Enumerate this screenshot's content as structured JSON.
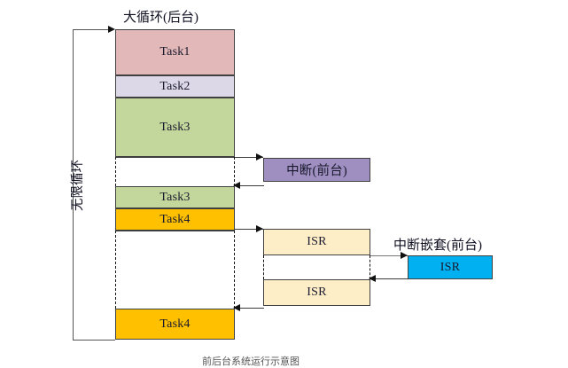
{
  "diagram": {
    "title_main": "大循环(后台)",
    "title_nested": "中断嵌套(前台)",
    "loop_label": "无限循环",
    "caption": "前后台系统运行示意图"
  },
  "colors": {
    "task1": "#e3b8b8",
    "task2": "#dcd8e8",
    "task3": "#c3d69b",
    "task4": "#ffc000",
    "interrupt": "#9f8fc0",
    "isr_cream": "#fdeec8",
    "isr_blue": "#00b0f0",
    "stroke": "#404040",
    "background": "#ffffff"
  },
  "main_column": {
    "blocks": [
      {
        "label": "Task1",
        "kind": "task1"
      },
      {
        "label": "Task2",
        "kind": "task2"
      },
      {
        "label": "Task3",
        "kind": "task3"
      },
      {
        "label": "",
        "kind": "idle"
      },
      {
        "label": "Task3",
        "kind": "task3"
      },
      {
        "label": "Task4",
        "kind": "task4"
      },
      {
        "label": "",
        "kind": "idle"
      },
      {
        "label": "Task4",
        "kind": "task4"
      }
    ]
  },
  "interrupt_column": {
    "blocks": [
      {
        "label": "中断(前台)",
        "kind": "interrupt"
      },
      {
        "label": "ISR",
        "kind": "isr_cream"
      },
      {
        "label": "ISR",
        "kind": "isr_cream"
      }
    ]
  },
  "nested_column": {
    "blocks": [
      {
        "label": "ISR",
        "kind": "isr_blue"
      }
    ]
  }
}
